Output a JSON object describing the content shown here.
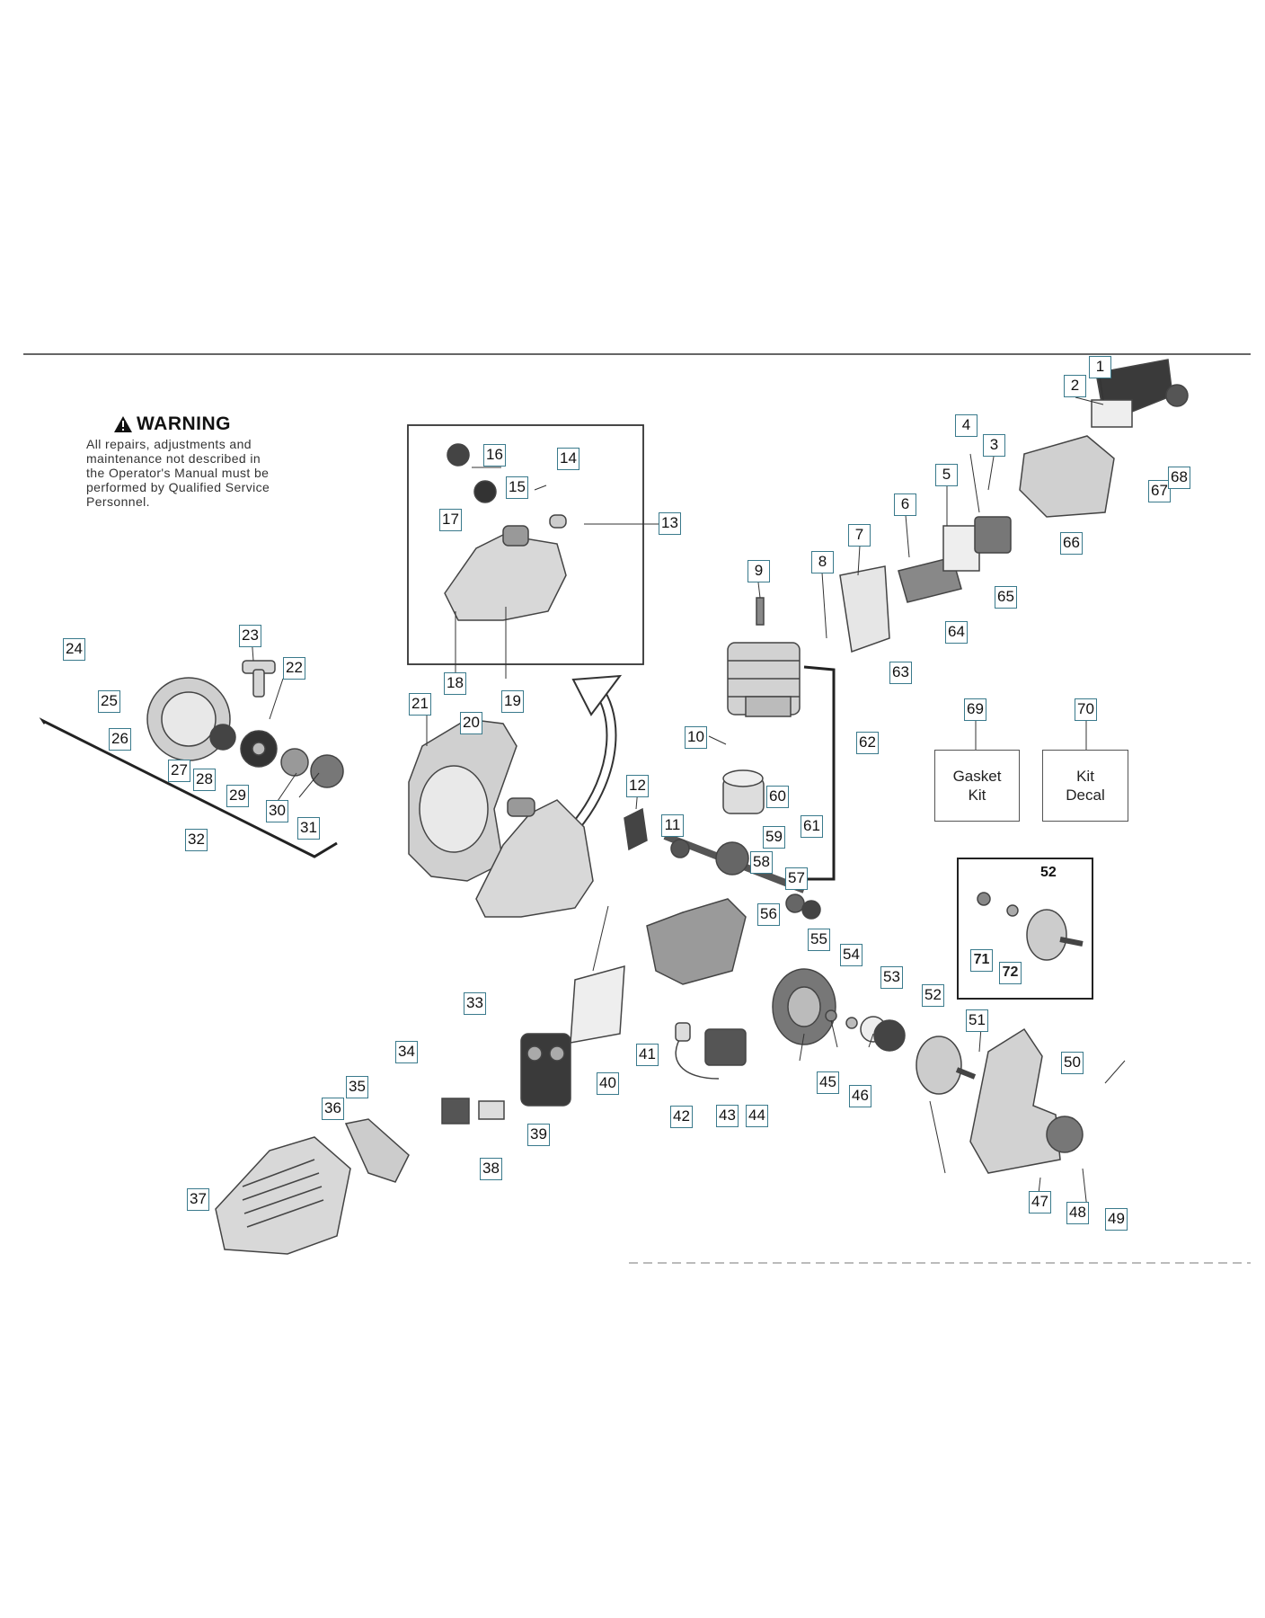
{
  "warning": {
    "title": "WARNING",
    "lines": [
      "All repairs, adjustments and",
      "maintenance not described in",
      "the Operator's Manual must be",
      "performed by Qualified Service",
      "Personnel."
    ]
  },
  "kits": {
    "gasket": {
      "number": "69",
      "line1": "Gasket",
      "line2": "Kit"
    },
    "decal": {
      "number": "70",
      "line1": "Kit",
      "line2": "Decal"
    }
  },
  "inset": {
    "title_number": "52",
    "part_a": "71",
    "part_b": "72"
  },
  "callouts": [
    "1",
    "2",
    "3",
    "4",
    "5",
    "6",
    "7",
    "8",
    "9",
    "10",
    "11",
    "12",
    "13",
    "14",
    "15",
    "16",
    "17",
    "18",
    "19",
    "20",
    "21",
    "22",
    "23",
    "24",
    "25",
    "26",
    "27",
    "28",
    "29",
    "30",
    "31",
    "32",
    "33",
    "34",
    "35",
    "36",
    "37",
    "38",
    "39",
    "40",
    "41",
    "42",
    "43",
    "44",
    "45",
    "46",
    "47",
    "48",
    "49",
    "50",
    "51",
    "52",
    "53",
    "54",
    "55",
    "56",
    "57",
    "58",
    "59",
    "60",
    "61",
    "62",
    "63",
    "64",
    "65",
    "66",
    "67",
    "68"
  ],
  "colors": {
    "callout_border": "#3a7a8c",
    "part_fill": "#d6d6d6",
    "part_stroke": "#444444"
  }
}
